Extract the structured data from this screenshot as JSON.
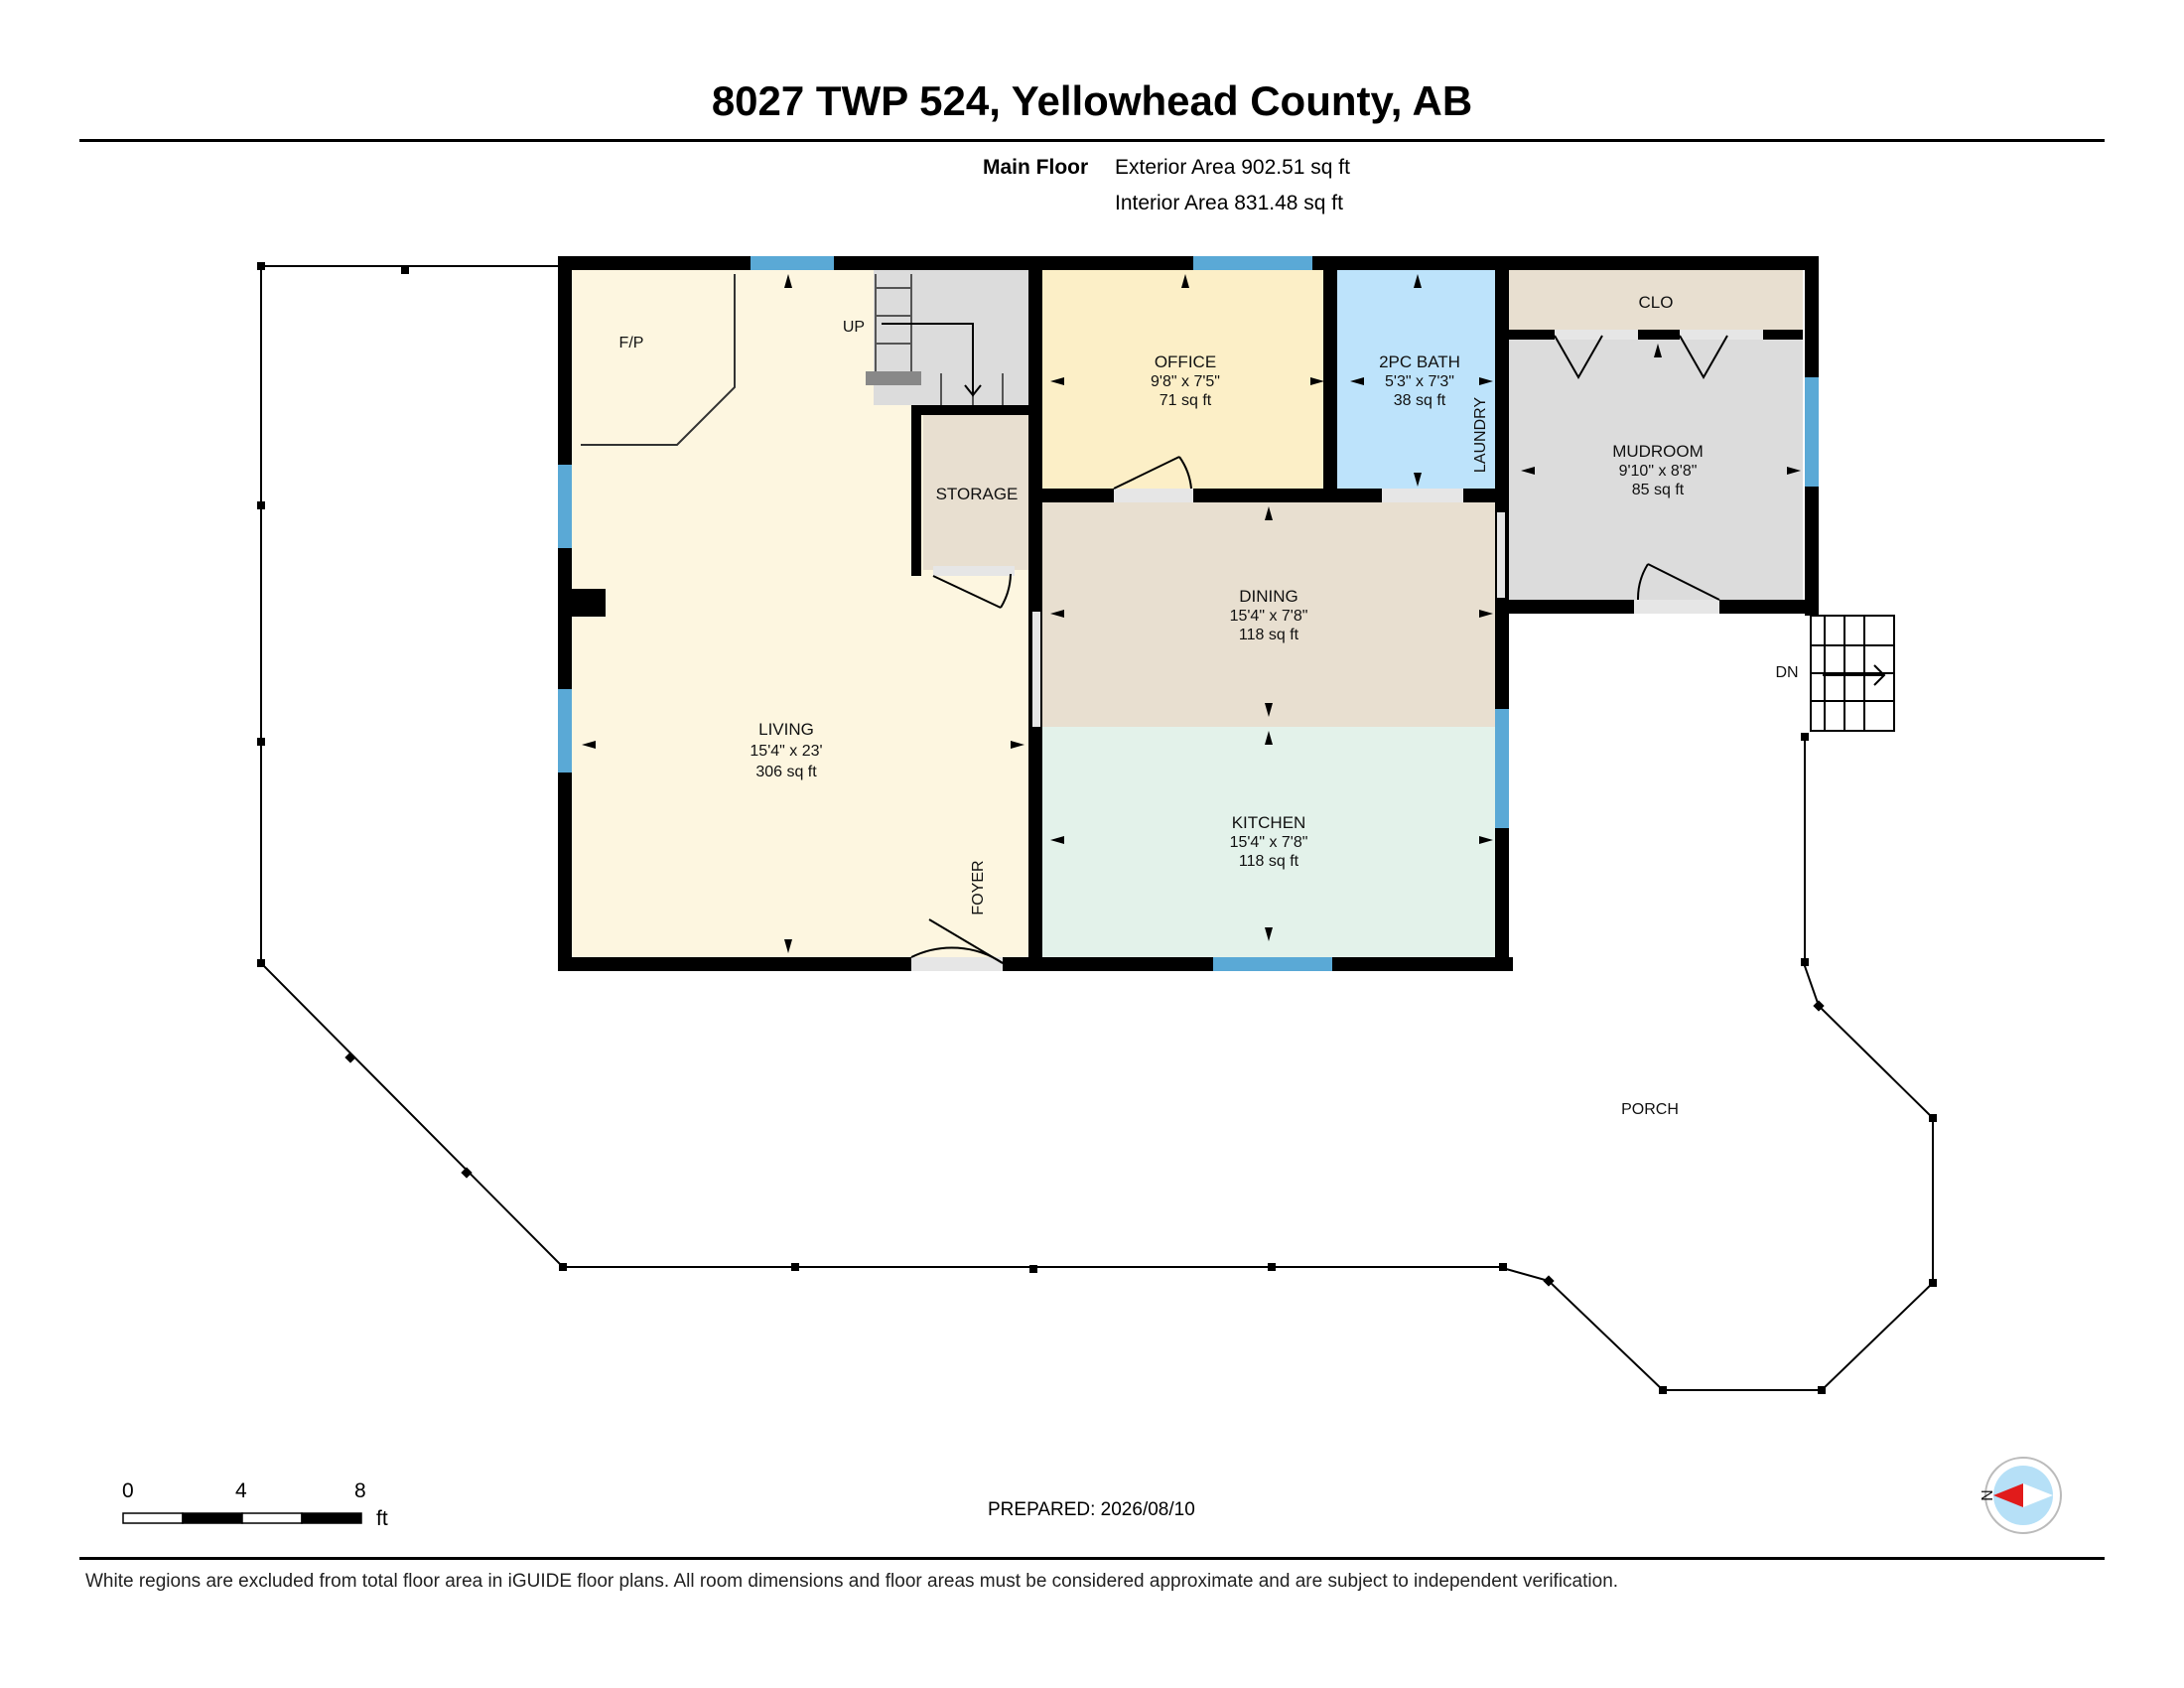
{
  "header": {
    "title": "8027 TWP 524, Yellowhead County, AB",
    "floor_name": "Main Floor",
    "exterior_area": "Exterior Area 902.51 sq ft",
    "interior_area": "Interior Area 831.48 sq ft"
  },
  "rooms": {
    "living": {
      "name": "LIVING",
      "dims": "15'4\" x 23'",
      "area": "306 sq ft",
      "fill": "#fdf6e0"
    },
    "office": {
      "name": "OFFICE",
      "dims": "9'8\" x 7'5\"",
      "area": "71 sq ft",
      "fill": "#fcefc7"
    },
    "bath": {
      "name": "2PC BATH",
      "dims": "5'3\" x 7'3\"",
      "area": "38 sq ft",
      "fill": "#bde3fb"
    },
    "mudroom": {
      "name": "MUDROOM",
      "dims": "9'10\" x 8'8\"",
      "area": "85 sq ft",
      "fill": "#dcdcdc"
    },
    "dining": {
      "name": "DINING",
      "dims": "15'4\" x 7'8\"",
      "area": "118 sq ft",
      "fill": "#e8dfd0"
    },
    "kitchen": {
      "name": "KITCHEN",
      "dims": "15'4\" x 7'8\"",
      "area": "118 sq ft",
      "fill": "#e3f2ea"
    },
    "storage": {
      "name": "STORAGE",
      "fill": "#e8dfd0"
    },
    "closet": {
      "name": "CLO",
      "fill": "#e8dfd0"
    }
  },
  "labels": {
    "fireplace": "F/P",
    "up": "UP",
    "down": "DN",
    "laundry": "LAUNDRY",
    "foyer": "FOYER",
    "porch": "PORCH"
  },
  "scale": {
    "tick_0": "0",
    "tick_4": "4",
    "tick_8": "8",
    "unit": "ft"
  },
  "compass": {
    "label": "N"
  },
  "prepared": "PREPARED: 2026/08/10",
  "footer_note": "White regions are excluded from total floor area in iGUIDE floor plans. All room dimensions and floor areas must be considered approximate and are subject to independent verification.",
  "colors": {
    "wall": "#000000",
    "window": "#5aa9d6",
    "compass_fill": "#b6e0f7",
    "compass_needle": "#e11b1b"
  }
}
